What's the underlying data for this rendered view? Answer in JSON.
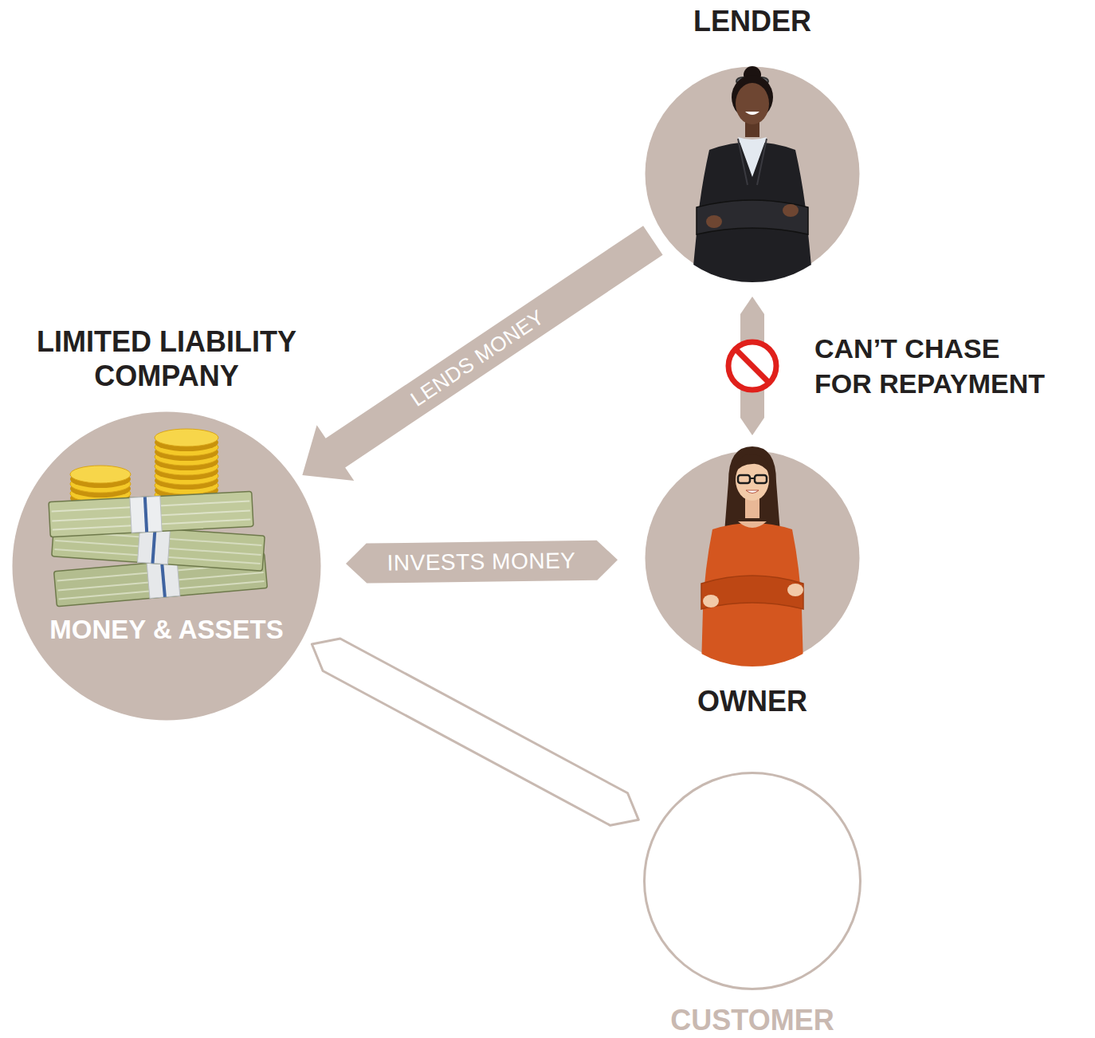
{
  "diagram": {
    "nodes": [
      {
        "text": [
          "LIMITED LIABILITY COMPANY",
          "MONEY & ASSETS"
        ]
      },
      {
        "text": [
          "LENDER"
        ]
      },
      {
        "text": [
          "OWNER"
        ]
      },
      {
        "text": [
          "CUSTOMER"
        ]
      }
    ],
    "edges": [
      {
        "from": 1,
        "to": 0,
        "arrow": "to",
        "label": "LENDS MONEY"
      },
      {
        "from": 0,
        "to": 2,
        "arrow": "both",
        "label": "INVESTS MONEY"
      },
      {
        "from": 1,
        "to": 2,
        "arrow": "both",
        "label": "CAN’T CHASE FOR REPAYMENT"
      },
      {
        "from": 0,
        "to": 3,
        "arrow": "both"
      }
    ]
  }
}
